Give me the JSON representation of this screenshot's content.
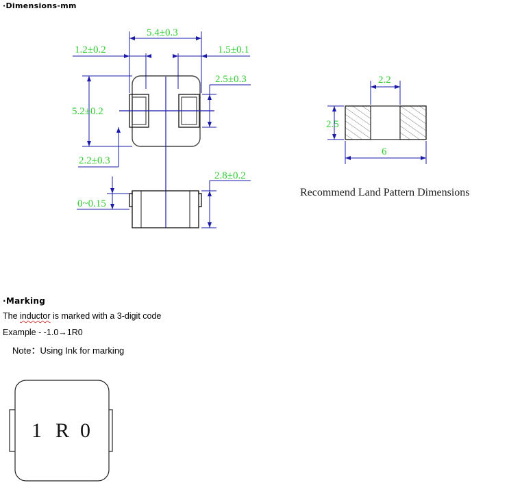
{
  "headers": {
    "dimensions": "·Dimensions-mm",
    "marking": "·Marking"
  },
  "marking_text": {
    "line1_prefix": "The ",
    "line1_word": "inductor",
    "line1_suffix": " is marked with a 3-digit code",
    "line2": "Example - -1.0→1R0",
    "note": "Note：Using Ink for marking"
  },
  "dims": {
    "overall_width": "5.4±0.3",
    "left_offset": "1.2±0.2",
    "right_offset": "1.5±0.1",
    "pad_height": "2.5±0.3",
    "body_height": "5.2±0.2",
    "lower_offset": "2.2±0.3",
    "thickness": "2.8±0.2",
    "standoff": "0~0.15"
  },
  "land_pattern": {
    "gap": "2.2",
    "height": "2.5",
    "total": "6",
    "caption": "Recommend Land Pattern Dimensions"
  },
  "marking_code": [
    "1",
    "R",
    "0"
  ],
  "colors": {
    "dimension_text": "#2ecc2e",
    "dimension_line": "#1a1aaa",
    "outline": "#222222"
  }
}
